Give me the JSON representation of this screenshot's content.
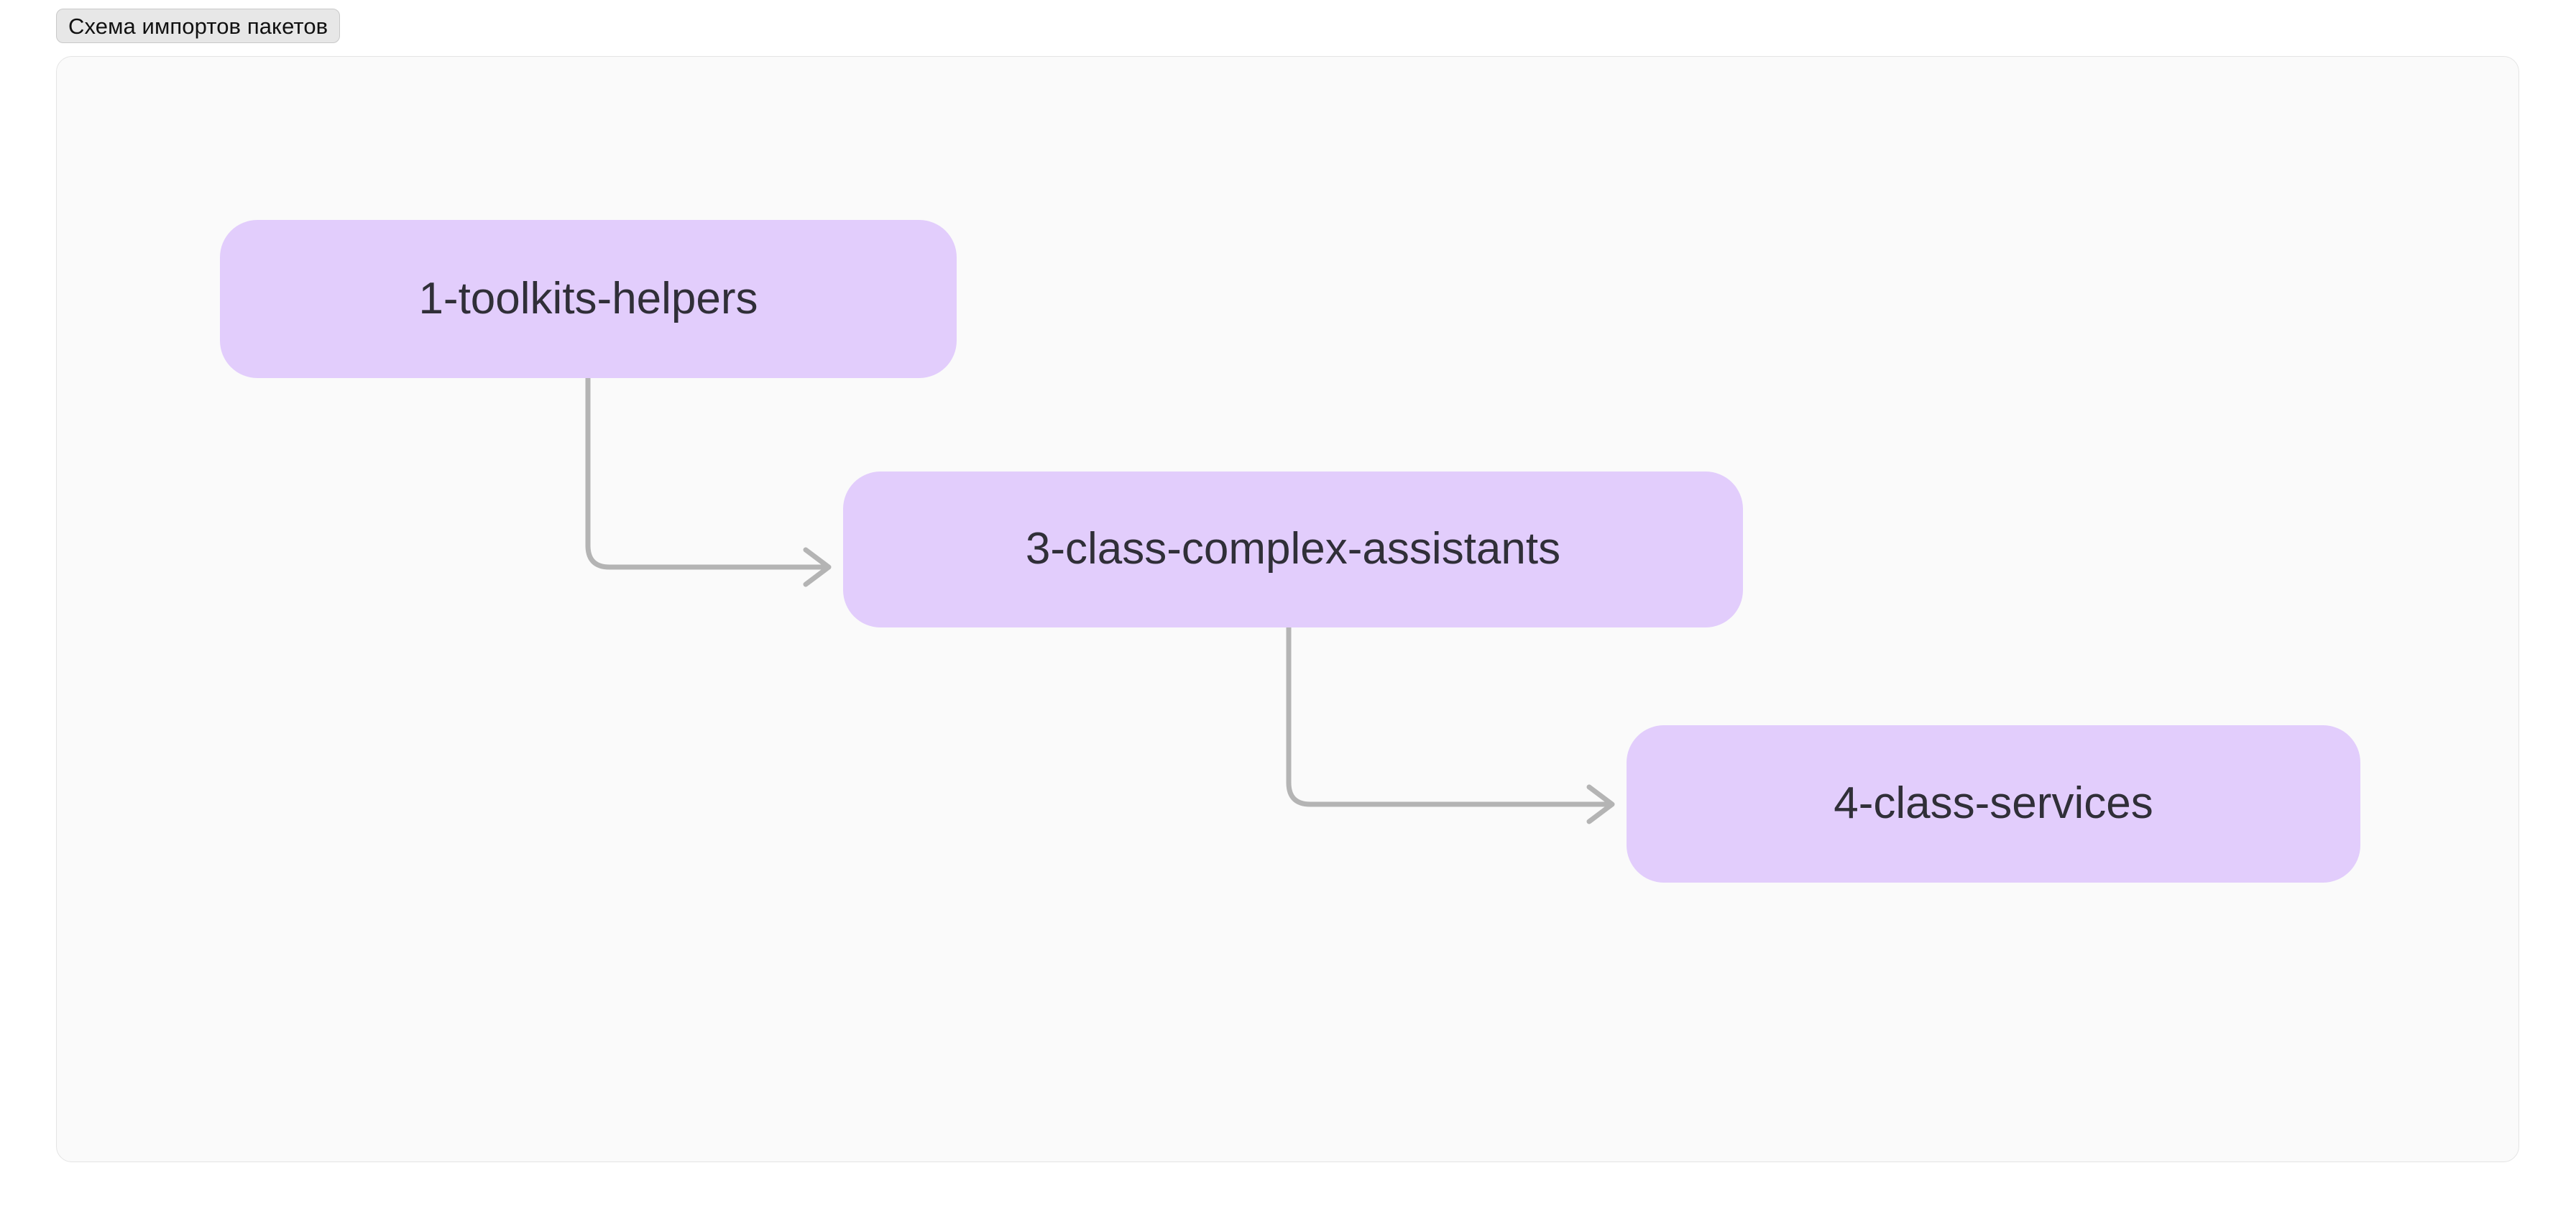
{
  "tab": {
    "label": "Схема импортов пакетов",
    "interactable": true
  },
  "diagram": {
    "type": "flowchart",
    "direction": "left-to-right-cascading",
    "background_color": "#fafafa",
    "border_color": "#e4e4e4",
    "node_fill_color": "#e2cdfc",
    "node_text_color": "#302f38",
    "edge_color": "#b4b4b4",
    "nodes": [
      {
        "id": "1-toolkits-helpers",
        "label": "1-toolkits-helpers"
      },
      {
        "id": "3-class-complex-assistants",
        "label": "3-class-complex-assistants"
      },
      {
        "id": "4-class-services",
        "label": "4-class-services"
      }
    ],
    "edges": [
      {
        "from": "1-toolkits-helpers",
        "to": "3-class-complex-assistants",
        "arrow": "open"
      },
      {
        "from": "3-class-complex-assistants",
        "to": "4-class-services",
        "arrow": "open"
      }
    ]
  }
}
